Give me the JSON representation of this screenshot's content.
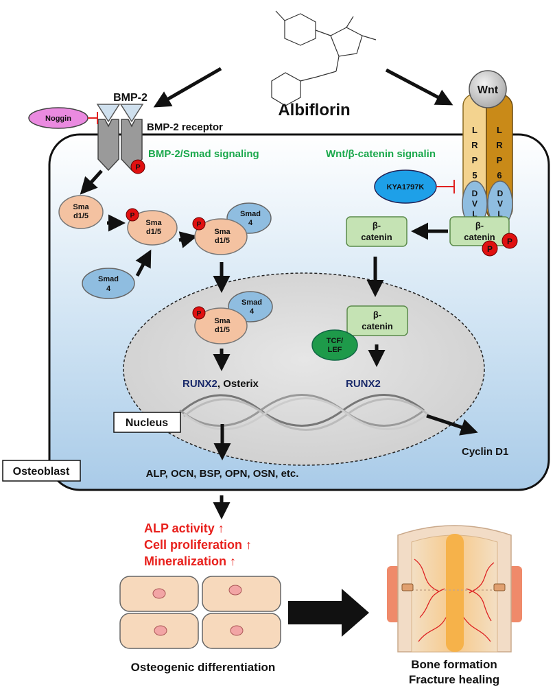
{
  "drug": {
    "name": "Albiflorin"
  },
  "bmp": {
    "ligand": "BMP-2",
    "receptor": "BMP-2 receptor",
    "inhibitor": "Noggin",
    "pathway": "BMP-2/Smad signaling"
  },
  "wnt": {
    "ligand": "Wnt",
    "pathway": "Wnt/β-catenin signalin",
    "inhibitor": "KYA1797K",
    "lrp5": [
      "L",
      "R",
      "P",
      "5"
    ],
    "lrp6": [
      "L",
      "R",
      "P",
      "6"
    ],
    "dvl": [
      "D",
      "V",
      "L"
    ]
  },
  "smad": {
    "smad15_line1": "Sma",
    "smad15_line2": "d1/5",
    "smad4_line1": "Smad",
    "smad4_line2": "4"
  },
  "bcatenin": {
    "line1": "β-",
    "line2": "catenin"
  },
  "tcf": {
    "line1": "TCF/",
    "line2": "LEF"
  },
  "phospho": "P",
  "nucleus": {
    "label": "Nucleus",
    "runx2": "RUNX2",
    "osterix": ", Osterix",
    "runx2_right": "RUNX2",
    "cyclin": "Cyclin D1"
  },
  "cell": {
    "label": "Osteoblast",
    "genes": "ALP, OCN, BSP, OPN, OSN, etc."
  },
  "effects": [
    "ALP activity ↑",
    "Cell proliferation ↑",
    "Mineralization ↑"
  ],
  "outcomes": {
    "differentiation": "Osteogenic differentiation",
    "bone_line1": "Bone formation",
    "bone_line2": "Fracture healing"
  },
  "colors": {
    "green_label": "#1aa84c",
    "red_label": "#e8201c",
    "navy": "#1a2a6a",
    "phospho": "#e01010",
    "smad15": "#f4c2a1",
    "smad4": "#8fbde0",
    "bcat": "#c5e3b4",
    "lrp5": "#f3d38f",
    "lrp6": "#c98a18"
  }
}
